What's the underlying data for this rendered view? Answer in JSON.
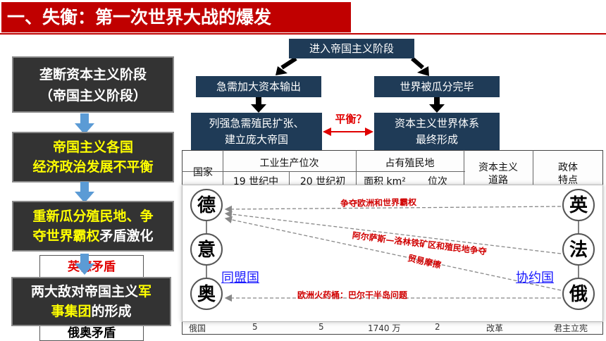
{
  "title": "一、失衡：第一次世界大战的爆发",
  "left_chain": {
    "box1_line1": "垄断资本主义阶段",
    "box1_line2": "（帝国主义阶段）",
    "box2_line1": "帝国主义各国",
    "box2_line2": "经济政治发展不平衡",
    "box3_line1_a": "重新瓜分殖民地、争",
    "box3_line2_a": "夺世界霸权",
    "box3_line2_b": "矛盾激化",
    "behind_top": "英德矛盾",
    "behind_bottom": "俄奥矛盾",
    "box4_line1_a": "两大敌对帝国主义",
    "box4_line1_b": "军",
    "box4_line2_a": "事集团",
    "box4_line2_b": "的形成"
  },
  "flowchart": {
    "top": "进入帝国主义阶段",
    "left_mid": "急需加大资本输出",
    "right_mid": "世界被瓜分完毕",
    "left_bottom_1": "列强急需殖民扩张、",
    "left_bottom_2": "建立庞大帝国",
    "right_bottom_1": "资本主义世界体系",
    "right_bottom_2": "最终形成",
    "balance_label": "平衡？"
  },
  "table": {
    "col_country": "国家",
    "col_industry": "工业生产位次",
    "col_19c": "19 世纪中",
    "col_20c": "20 世纪初",
    "col_colony": "占有殖民地",
    "col_area": "面积 km²",
    "col_rank": "位次",
    "col_path_1": "资本主义",
    "col_path_2": "道路",
    "col_regime_1": "政体",
    "col_regime_2": "特点",
    "last_row": [
      "俄国",
      "5",
      "5",
      "1740 万",
      "2",
      "改革",
      "君主立宪"
    ]
  },
  "alliances": {
    "central": [
      "德",
      "意",
      "奥"
    ],
    "central_name": "同盟国",
    "entente": [
      "英",
      "法",
      "俄"
    ],
    "entente_name": "协约国",
    "conflicts": [
      "争夺欧洲和世界霸权",
      "阿尔萨斯—洛林铁矿区和殖民地争夺",
      "贸易摩擦",
      "欧洲火药桶：巴尔干半岛问题"
    ]
  },
  "colors": {
    "title_bg": "#c00000",
    "box_dark": "#333333",
    "flow_navy": "#1f3b57",
    "highlight_yellow": "#ffff00",
    "conflict_red": "#d00000",
    "arrow_blue": "#5b9bd5"
  }
}
